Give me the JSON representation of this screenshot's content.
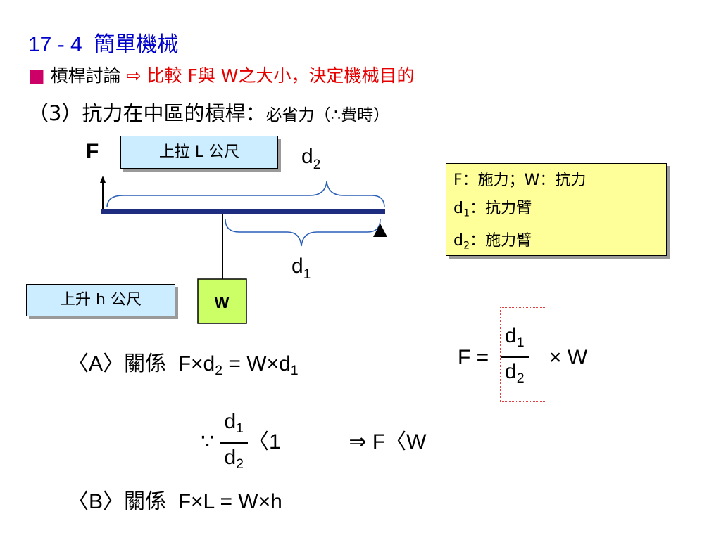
{
  "title": {
    "number": "17 - 4",
    "text": "簡單機械"
  },
  "subtitle": {
    "bullet": "■",
    "text": "槓桿討論",
    "arrow": "⇨",
    "highlight": "比較 F與 W之大小，決定機械目的"
  },
  "case_line": {
    "main": "（3）抗力在中區的槓桿：",
    "note": "必省力（∴費時）"
  },
  "diagram": {
    "force_label": "F",
    "pull_box": "上拉 L 公尺",
    "d2_label": "d",
    "d2_sub": "2",
    "d1_label": "d",
    "d1_sub": "1",
    "weight_label": "W",
    "rise_box": "上升 h 公尺",
    "colors": {
      "lever": "#1f2d80",
      "brace": "#2b5fb8",
      "weight_fill": "#ccff66",
      "box_fill": "#ccecff",
      "legend_fill": "#ffff99"
    }
  },
  "legend": {
    "line1": "F：施力；W：抗力",
    "line2_prefix": "d",
    "line2_sub": "1",
    "line2_text": "：抗力臂",
    "line3_prefix": "d",
    "line3_sub": "2",
    "line3_text": "：施力臂"
  },
  "relation_a": {
    "label": "〈A〉關係",
    "lhs": "F×d",
    "lhs_sub": "2",
    "eq": " = W×d",
    "rhs_sub": "1"
  },
  "formula_f": {
    "lhs": "F =",
    "num": "d",
    "num_sub": "1",
    "den": "d",
    "den_sub": "2",
    "rhs": "× W"
  },
  "because": {
    "symbol": "∵",
    "num": "d",
    "num_sub": "1",
    "den": "d",
    "den_sub": "2",
    "compare": "〈1",
    "result": "⇒ F〈W"
  },
  "relation_b": {
    "label": "〈B〉關係",
    "expr": "F×L = W×h"
  }
}
